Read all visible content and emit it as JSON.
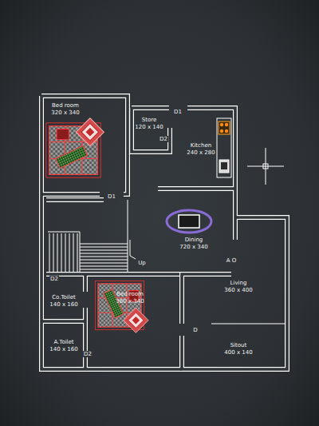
{
  "diagram": {
    "nodes": [
      {
        "text": [
          "Bed room",
          "320 x 340"
        ]
      },
      {
        "text": [
          "Store",
          "120 x 140"
        ]
      },
      {
        "text": [
          "Kitchen",
          "240 x 280"
        ]
      },
      {
        "text": [
          "Dining",
          "720 x 340"
        ]
      },
      {
        "text": [
          "Co.Toilet",
          "140 x 160"
        ]
      },
      {
        "text": [
          "Bed room",
          "360 x 340"
        ]
      },
      {
        "text": [
          "Living",
          "360 x 400"
        ]
      },
      {
        "text": [
          "A.Toilet",
          "140 x 160"
        ]
      },
      {
        "text": [
          "Sitout",
          "400 x 140"
        ]
      }
    ],
    "labels": [
      "D1",
      "D2",
      "D1",
      "Up",
      "A O",
      "D2",
      "D",
      "D2"
    ]
  }
}
